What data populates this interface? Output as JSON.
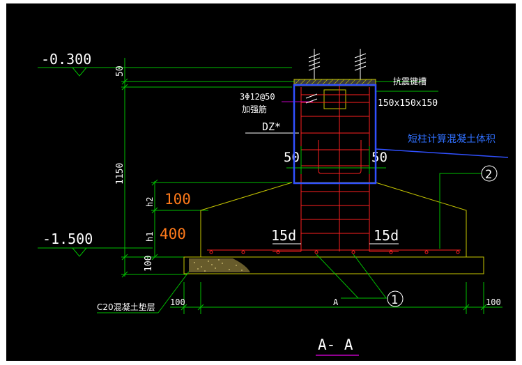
{
  "drawing": {
    "section_title": "A- A",
    "elevation_top": "-0.300",
    "elevation_bottom": "-1.500",
    "dim_50_top": "50",
    "dim_1150": "1150",
    "dim_100_left": "100",
    "dim_100_right": "100",
    "dim_100_base": "100",
    "h2_label": "h2",
    "h2_value": "100",
    "h1_label": "h1",
    "h1_value": "400",
    "rebar_note": "3Φ12@50",
    "rebar_note2": "加强筋",
    "dz_label": "DZ*",
    "dim_50_left": "50",
    "dim_50_right": "50",
    "top_cap_label": "抗震键槽",
    "top_cap_size": "150x150x150",
    "callout": "短柱计算混凝土体积",
    "anchor_left": "15d",
    "anchor_right": "15d",
    "marker_1": "1",
    "marker_2": "2",
    "point_a": "A",
    "concrete_base_label": "C20混凝土垫层",
    "colors": {
      "background": "#000000",
      "frame": "#ffffff",
      "dimension_line": "#00c000",
      "concrete_outline": "#c8c800",
      "rebar": "#ff2020",
      "highlight_box": "#3050ff",
      "callout_text": "#3070ff",
      "text": "#ffffff",
      "orange_value": "#ff7a1a",
      "title_underline": "#c000c0"
    }
  }
}
